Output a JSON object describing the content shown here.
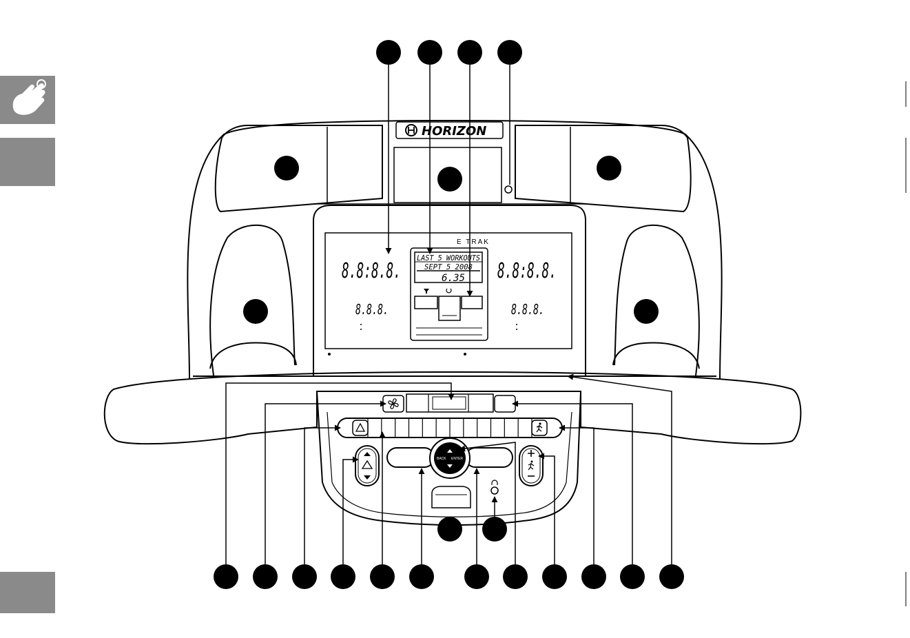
{
  "console": {
    "brand": "HORIZON",
    "display_brand": "E TRAK",
    "left_top_readout": "8.8:8.8.",
    "left_bottom_readout": "8.8.8.",
    "right_top_readout": "8.8:8.8.",
    "right_bottom_readout": "8.8.8.",
    "lcd_line1": "LAST 5 WORKOUTS",
    "lcd_line2": "SEPT 5 2008",
    "lcd_line3": "6.35",
    "nav_back": "BACK",
    "nav_enter": "ENTER"
  },
  "colors": {
    "ink": "#000000",
    "paper": "#ffffff",
    "side_tab": "#8a8a8a"
  },
  "icons": {
    "side_tab_1": "hand-touch-icon",
    "fan": "fan-icon",
    "incline": "incline-icon",
    "runner": "runner-icon",
    "headphone": "headphone-icon"
  }
}
